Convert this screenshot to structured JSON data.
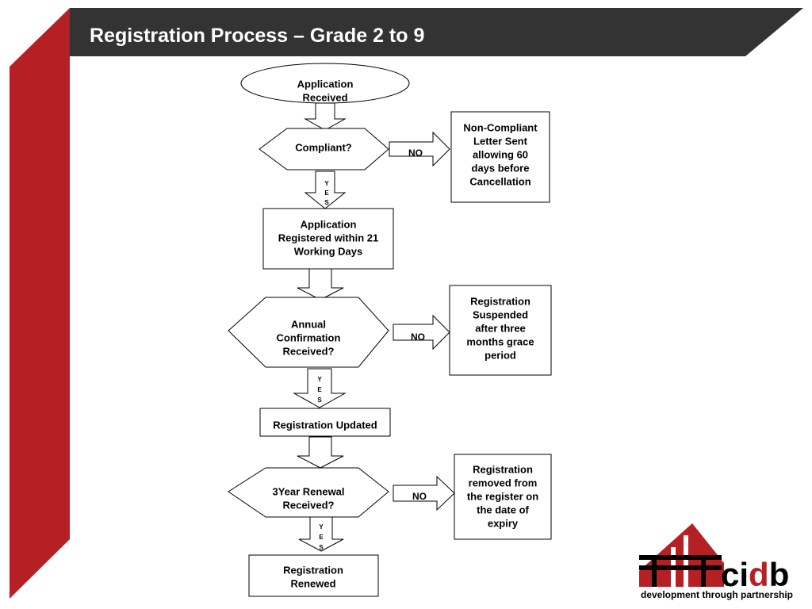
{
  "slide": {
    "title": "Registration Process – Grade 2 to 9",
    "colors": {
      "accent_red": "#B52025",
      "title_bar": "#333333"
    }
  },
  "flow": {
    "start": [
      "Application",
      "Received"
    ],
    "compliant_decision": [
      "Compliant?"
    ],
    "compliant_no": "NO",
    "compliant_no_result": [
      "Non-Compliant",
      "Letter Sent",
      "allowing 60",
      "days before",
      "Cancellation"
    ],
    "compliant_yes": [
      "Y",
      "E",
      "S"
    ],
    "registered": [
      "Application",
      "Registered within 21",
      "Working Days"
    ],
    "annual_decision": [
      "Annual",
      "Confirmation",
      "Received?"
    ],
    "annual_no": "NO",
    "annual_no_result": [
      "Registration",
      "Suspended",
      "after three",
      "months grace",
      "period"
    ],
    "annual_yes": [
      "Y",
      "E",
      "S"
    ],
    "updated": [
      "Registration Updated"
    ],
    "renewal_decision": [
      "3Year Renewal",
      "Received?"
    ],
    "renewal_no": "NO",
    "renewal_no_result": [
      "Registration",
      "removed from",
      "the register on",
      "the date of",
      "expiry"
    ],
    "renewal_yes": [
      "Y",
      "E",
      "S"
    ],
    "renewed": [
      "Registration",
      "Renewed"
    ]
  },
  "logo": {
    "brand_c": "c",
    "brand_i": "i",
    "brand_d": "d",
    "brand_b": "b",
    "tagline": "development through partnership",
    "colors": {
      "red": "#B52025",
      "black": "#000000"
    }
  }
}
